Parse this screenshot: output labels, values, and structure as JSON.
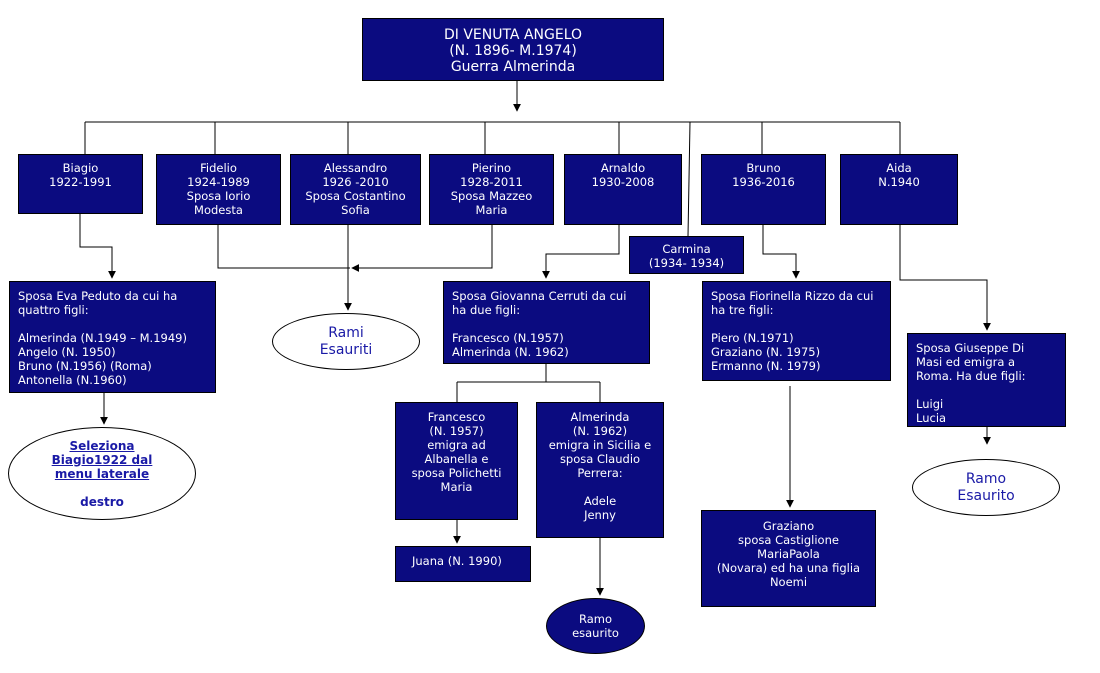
{
  "colors": {
    "box_fill": "#0b0b80",
    "box_text": "#ffffff",
    "ellipse_text": "#1a1aa6",
    "line": "#000000"
  },
  "root": "DI  VENUTA ANGELO\n(N. 1896- M.1974)\nGuerra Almerinda",
  "children": {
    "biagio": "Biagio\n1922-1991",
    "fidelio": "Fidelio\n1924-1989\nSposa Iorio\nModesta",
    "alessandro": "Alessandro\n1926 -2010\nSposa Costantino\nSofia",
    "pierino": "Pierino\n1928-2011\nSposa Mazzeo\nMaria",
    "arnaldo": "Arnaldo\n1930-2008",
    "carmina": "Carmina\n(1934- 1934)",
    "bruno": "Bruno\n1936-2016",
    "aida": "Aida\nN.1940"
  },
  "spouses": {
    "biagio": "Sposa Eva Peduto da cui ha\nquattro figli:\n\nAlmerinda (N.1949 – M.1949)\nAngelo (N. 1950)\nBruno (N.1956)       (Roma)\nAntonella (N.1960)",
    "arnaldo": "Sposa Giovanna Cerruti da cui\nha due figli:\n\nFrancesco (N.1957)\nAlmerinda (N. 1962)",
    "bruno": "Sposa Fiorinella Rizzo da cui\nha tre figli:\n\nPiero (N.1971)\nGraziano (N. 1975)\nErmanno (N. 1979)",
    "aida": "Sposa Giuseppe Di\nMasi ed emigra a\nRoma. Ha due figli:\n\nLuigi\nLucia"
  },
  "grandchildren": {
    "francesco": "Francesco\n(N. 1957)\nemigra ad\nAlbanella e\nsposa Polichetti\nMaria",
    "almerinda": "Almerinda\n(N. 1962)\nemigra in Sicilia e\nsposa Claudio\nPerrera:\n\nAdele\nJenny",
    "juana": "Juana   (N. 1990)",
    "graziano": "Graziano\nsposa Castiglione\nMariaPaola\n(Novara) ed ha una figlia\nNoemi"
  },
  "notes": {
    "rami_esauriti": "Rami\nEsauriti",
    "ramo_esaurito_aida": "Ramo\nEsaurito",
    "ramo_esaurito_almerinda": "Ramo\nesaurito",
    "link_text": "Seleziona\nBiagio1922  dal\nmenu laterale",
    "link_suffix": "destro"
  }
}
